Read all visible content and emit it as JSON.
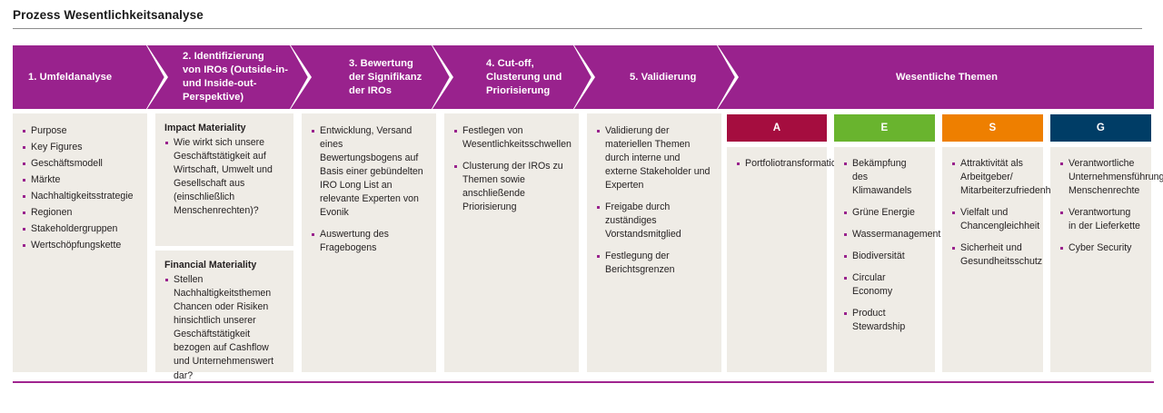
{
  "page": {
    "title": "Prozess Wesentlichkeitsanalyse",
    "accent_magenta": "#99228d",
    "panel_bg": "#efece6",
    "bullet_color": "#99228d"
  },
  "process_steps": [
    {
      "id": "step-1",
      "label": "1. Umfeldanalyse"
    },
    {
      "id": "step-2",
      "label": "2. Identifizierung von IROs (Outside-in- und Inside-out-Perspektive)"
    },
    {
      "id": "step-3",
      "label": "3. Bewertung der Signifikanz der IROs"
    },
    {
      "id": "step-4",
      "label": "4. Cut-off, Clusterung und Priorisierung"
    },
    {
      "id": "step-5",
      "label": "5. Validierung"
    },
    {
      "id": "step-results",
      "label": "Wesentliche Themen"
    }
  ],
  "step_lines": {
    "s1": [
      "1. Umfeldanalyse"
    ],
    "s2": [
      "2. Identifizierung",
      "von IROs (Outside-in-",
      "und Inside-out-",
      "Perspektive)"
    ],
    "s3": [
      "3. Bewertung",
      "der Signifikanz",
      "der IROs"
    ],
    "s4": [
      "4. Cut-off,",
      "Clusterung und",
      "Priorisierung"
    ],
    "s5": [
      "5. Validierung"
    ],
    "s6": [
      "Wesentliche Themen"
    ]
  },
  "columns": {
    "col1": {
      "items": [
        "Purpose",
        "Key Figures",
        "Geschäftsmodell",
        "Märkte",
        "Nachhaltigkeitsstrategie",
        "Regionen",
        "Stakeholdergruppen",
        "Wertschöpfungskette"
      ]
    },
    "col2": {
      "impact_heading": "Impact Materiality",
      "impact_items": [
        "Wie wirkt sich unsere Geschäftstätigkeit auf Wirtschaft, Umwelt und Gesellschaft aus (einschließlich Menschenrechten)?"
      ],
      "financial_heading": "Financial Materiality",
      "financial_items": [
        "Stellen Nachhaltigkeitsthemen Chancen oder Risiken hinsichtlich unserer Geschäftstätigkeit bezogen auf Cashflow und Unternehmenswert dar?"
      ]
    },
    "col3": {
      "items": [
        "Entwicklung, Versand eines Bewertungsbogens auf Basis einer gebündelten IRO Long List an relevante Experten von Evonik",
        "Auswertung des Fragebogens"
      ]
    },
    "col4": {
      "items": [
        "Festlegen von Wesentlichkeitsschwellen",
        "Clusterung der IROs zu Themen sowie anschließende Priorisierung"
      ]
    },
    "col5": {
      "items": [
        "Validierung der materiellen Themen durch interne und externe Stakeholder und Experten",
        "Freigabe durch zuständiges Vorstandsmitglied",
        "Festlegung der Berichtsgrenzen"
      ]
    }
  },
  "esg": [
    {
      "key": "A",
      "label": "A",
      "color": "#a50d3f",
      "items": [
        "Portfoliotransformation"
      ]
    },
    {
      "key": "E",
      "label": "E",
      "color": "#69b42e",
      "items": [
        "Bekämpfung des Klimawandels",
        "Grüne Energie",
        "Wassermanagement",
        "Biodiversität",
        "Circular Economy",
        "Product Stewardship"
      ]
    },
    {
      "key": "S",
      "label": "S",
      "color": "#ee7f00",
      "items": [
        "Attraktivität als Arbeitgeber/ Mitarbeiterzufriedenheit",
        "Vielfalt und Chancengleichheit",
        "Sicherheit und Gesundheitsschutz"
      ]
    },
    {
      "key": "G",
      "label": "G",
      "color": "#003d66",
      "items": [
        "Verantwortliche Unternehmensführung/ Menschenrechte",
        "Verantwortung in der Lieferkette",
        "Cyber Security"
      ]
    }
  ]
}
